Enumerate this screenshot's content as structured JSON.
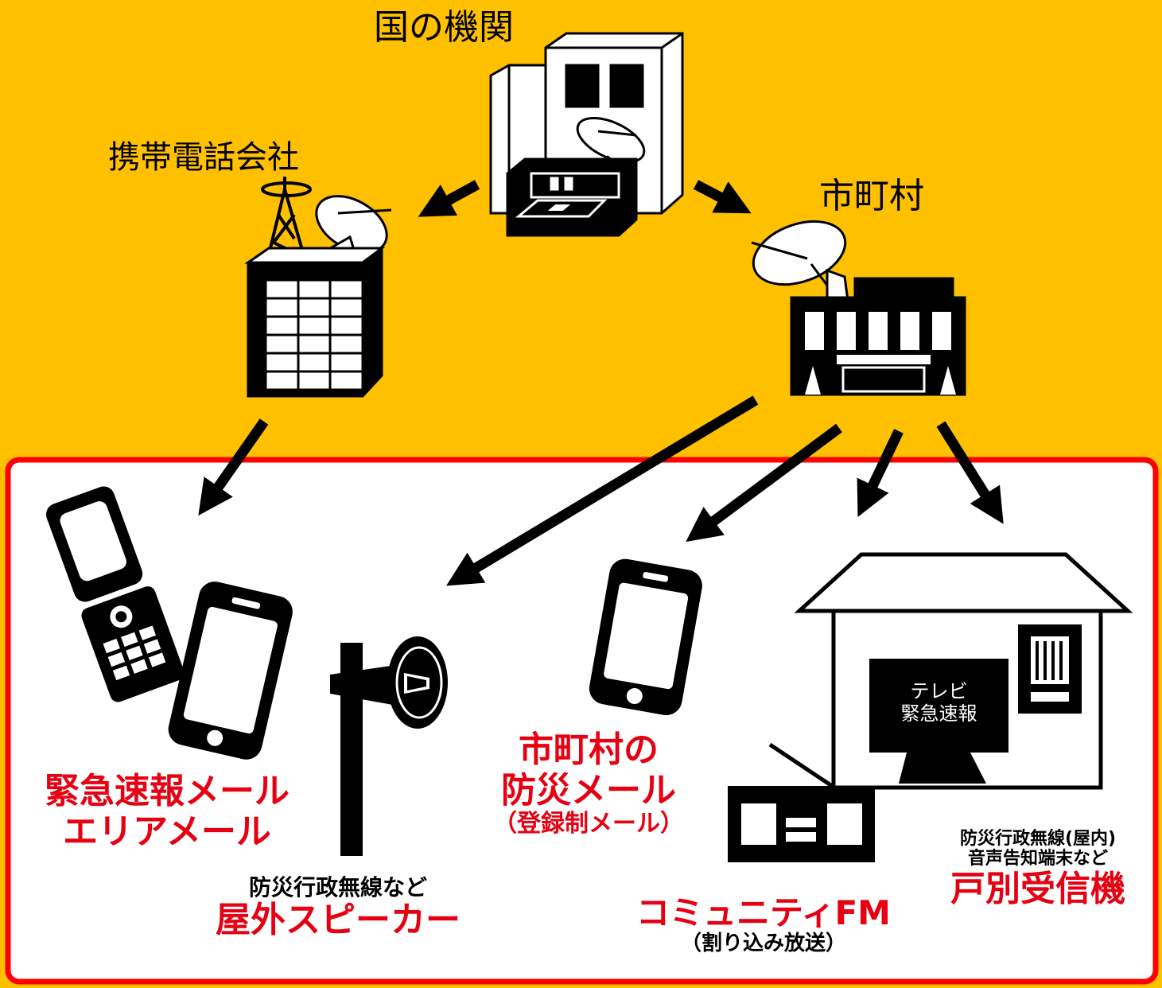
{
  "colors": {
    "background": "#FFC000",
    "panel": "#FFFFFF",
    "panel_border": "#FF0000",
    "accent_red": "#E60012",
    "ink": "#000000"
  },
  "sources": {
    "government": "国の機関",
    "carrier": "携帯電話会社",
    "municipality": "市町村"
  },
  "channels": {
    "emergency_mail": {
      "line1": "緊急速報メール",
      "line2": "エリアメール"
    },
    "outdoor_speaker": {
      "sub": "防災行政無線など",
      "title": "屋外スピーカー"
    },
    "city_mail": {
      "line1": "市町村の",
      "line2": "防災メール",
      "note": "（登録制メール）"
    },
    "community_fm": {
      "title": "コミュニティFM",
      "note": "（割り込み放送）"
    },
    "home_receiver": {
      "sub1": "防災行政無線(屋内)",
      "sub2": "音声告知端末など",
      "title": "戸別受信機"
    },
    "tv": {
      "line1": "テレビ",
      "line2": "緊急速報"
    }
  }
}
